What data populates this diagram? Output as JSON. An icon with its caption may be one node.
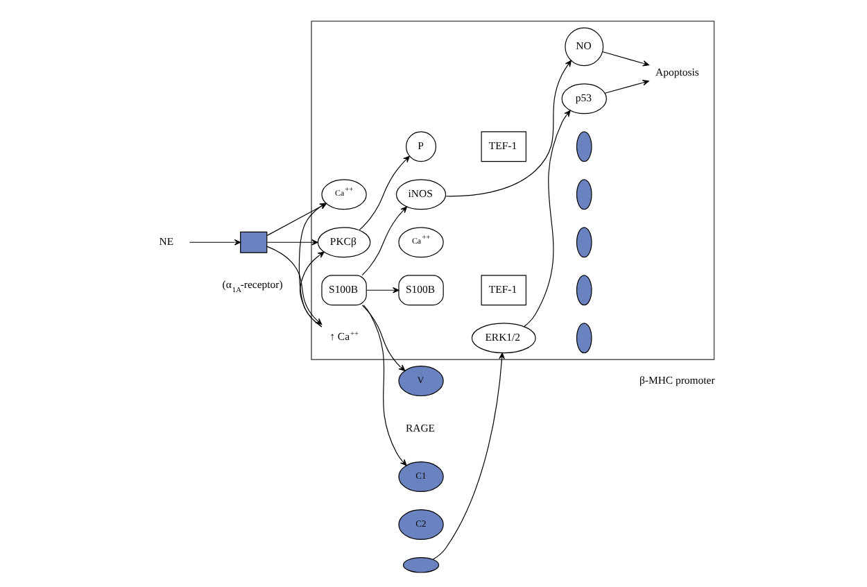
{
  "diagram": {
    "nodes": [
      {
        "text": [],
        "shape": "box"
      },
      {
        "text": [
          "V"
        ]
      },
      {
        "text": [
          "C1"
        ]
      },
      {
        "text": [
          "C2"
        ]
      },
      {
        "text": [],
        "shape": "ellipse"
      },
      {
        "text": [
          "ERK1/2"
        ],
        "in": 0
      },
      {
        "text": [
          "p53"
        ],
        "in": 0
      },
      {
        "text": [
          "Apoptosis"
        ],
        "in": 0
      },
      {
        "text": [
          "NO"
        ],
        "in": 0
      },
      {
        "text": [
          "iNOS"
        ],
        "in": 0
      },
      {
        "text": [
          "S100B"
        ],
        "in": 0
      },
      {
        "text": [
          "Ca$^{++}$"
        ],
        "in": 0
      },
      {
        "text": [
          "S100B"
        ],
        "in": 0
      },
      {
        "text": [
          "TEF-1"
        ],
        "in": 0
      },
      {
        "text": [
          "Ca$^{++}$"
        ],
        "in": 0
      },
      {
        "text": [
          "↑ Ca$^{++}$"
        ],
        "in": 0
      },
      {
        "text": [
          "PKCβ"
        ],
        "in": 0
      },
      {
        "text": [
          "P"
        ],
        "in": 0
      },
      {
        "text": [
          "TEF-1"
        ],
        "in": 0
      },
      {
        "text": [],
        "shape": "ellipse",
        "in": 0
      },
      {
        "text": [],
        "shape": "ellipse",
        "in": 0
      },
      {
        "text": [],
        "shape": "ellipse",
        "in": 0
      },
      {
        "text": [],
        "shape": "ellipse",
        "in": 0
      },
      {
        "text": [],
        "shape": "ellipse",
        "in": 0
      },
      {
        "text": [
          "NE"
        ]
      },
      {
        "text": [],
        "shape": "box",
        "beside": [
          "(α$_{1A}$-receptor)"
        ]
      }
    ],
    "edges": [
      {
        "from": 4,
        "to": 5,
        "arrow": "to"
      },
      {
        "from": 5,
        "to": 6,
        "arrow": "to"
      },
      {
        "from": 6,
        "to": 7,
        "arrow": "to"
      },
      {
        "from": 8,
        "to": 7,
        "arrow": "to"
      },
      {
        "from": 9,
        "to": 8,
        "arrow": "to"
      },
      {
        "from": 10,
        "to": 9,
        "arrow": "to"
      },
      {
        "from": 10,
        "to": 12,
        "arrow": "to"
      },
      {
        "from": 10,
        "to": 1,
        "arrow": "to"
      },
      {
        "from": 10,
        "to": 2,
        "arrow": "to"
      },
      {
        "from": 24,
        "to": 25,
        "arrow": "to"
      },
      {
        "from": 25,
        "to": 11,
        "arrow": "to"
      },
      {
        "from": 25,
        "to": 15,
        "arrow": "to"
      },
      {
        "from": 25,
        "to": 16,
        "arrow": "to"
      },
      {
        "from": 15,
        "to": 11,
        "arrow": "to"
      },
      {
        "from": 15,
        "to": 16,
        "arrow": "to"
      },
      {
        "from": 16,
        "to": 17,
        "arrow": "to"
      }
    ],
    "labels": [
      "RAGE",
      "β-MHC promoter"
    ]
  }
}
